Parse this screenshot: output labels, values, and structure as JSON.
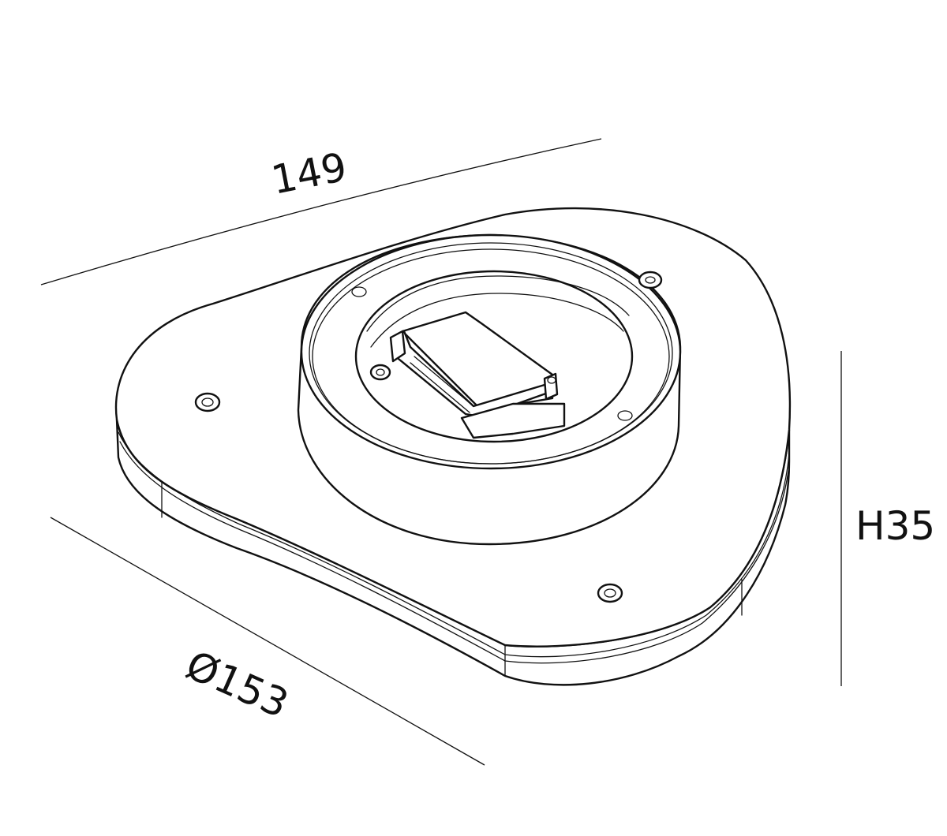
{
  "dimensions": {
    "length_label": "149",
    "diameter_label": "Ø153",
    "height_label": "H35"
  },
  "colors": {
    "line": "#111111",
    "background": "#ffffff"
  }
}
